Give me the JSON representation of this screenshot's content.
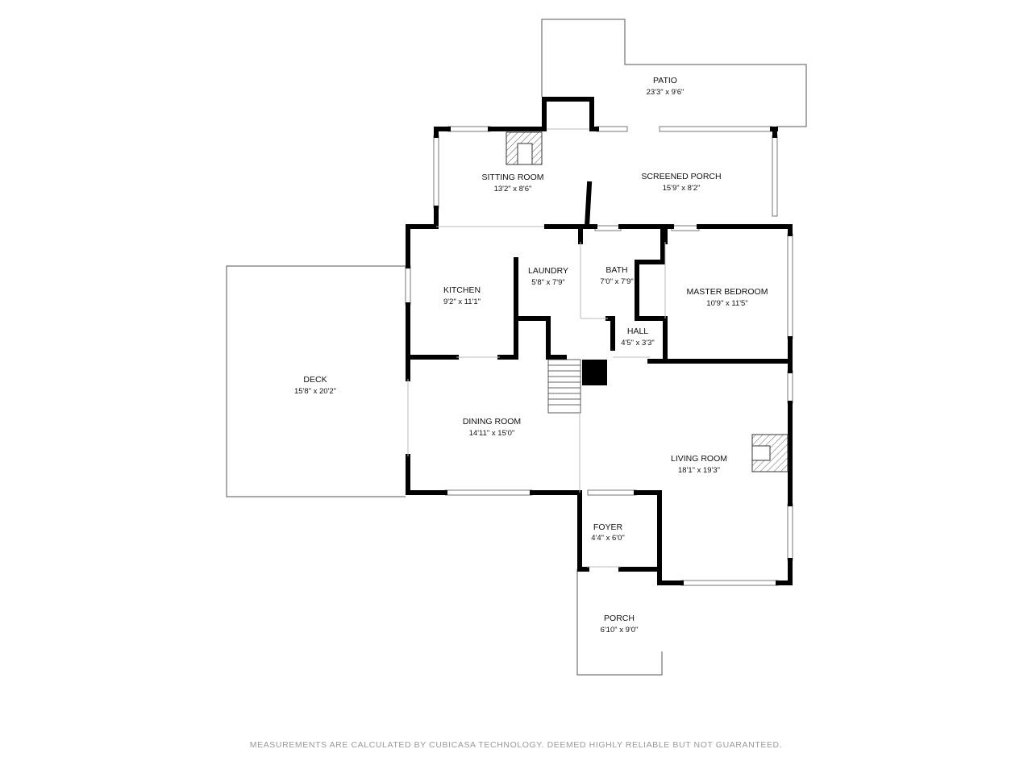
{
  "rooms": {
    "patio": {
      "name": "PATIO",
      "dim": "23'3\" x 9'6\""
    },
    "sitting": {
      "name": "SITTING ROOM",
      "dim": "13'2\" x 8'6\""
    },
    "screened": {
      "name": "SCREENED PORCH",
      "dim": "15'9\" x 8'2\""
    },
    "kitchen": {
      "name": "KITCHEN",
      "dim": "9'2\" x 11'1\""
    },
    "laundry": {
      "name": "LAUNDRY",
      "dim": "5'8\" x 7'9\""
    },
    "bath": {
      "name": "BATH",
      "dim": "7'0\" x 7'9\""
    },
    "master": {
      "name": "MASTER BEDROOM",
      "dim": "10'9\" x 11'5\""
    },
    "hall": {
      "name": "HALL",
      "dim": "4'5\" x 3'3\""
    },
    "deck": {
      "name": "DECK",
      "dim": "15'8\" x 20'2\""
    },
    "dining": {
      "name": "DINING ROOM",
      "dim": "14'11\" x 15'0\""
    },
    "living": {
      "name": "LIVING ROOM",
      "dim": "18'1\" x 19'3\""
    },
    "foyer": {
      "name": "FOYER",
      "dim": "4'4\" x 6'0\""
    },
    "porch": {
      "name": "PORCH",
      "dim": "6'10\" x 9'0\""
    }
  },
  "disclaimer": "MEASUREMENTS ARE CALCULATED BY CUBICASA TECHNOLOGY. DEEMED HIGHLY RELIABLE BUT NOT GUARANTEED."
}
